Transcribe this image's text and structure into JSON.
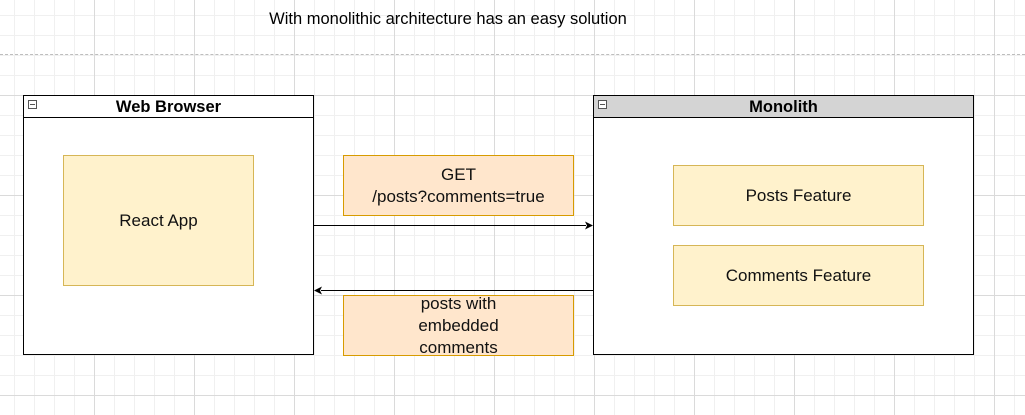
{
  "title": "With monolithic architecture has an easy solution",
  "web_browser": {
    "header": "Web Browser",
    "react_app": "React App"
  },
  "monolith": {
    "header": "Monolith",
    "posts_feature": "Posts Feature",
    "comments_feature": "Comments Feature"
  },
  "request_label": {
    "line1": "GET",
    "line2": "/posts?comments=true"
  },
  "response_label": "posts with embedded comments",
  "colors": {
    "box_fill": "#fff2cc",
    "box_stroke": "#d6b656",
    "label_fill": "#ffe6cc",
    "label_stroke": "#d79b00",
    "monolith_header_fill": "#d4d4d4"
  },
  "icons": {
    "collapse": "collapse-icon",
    "arrowhead": "arrowhead-icon"
  }
}
